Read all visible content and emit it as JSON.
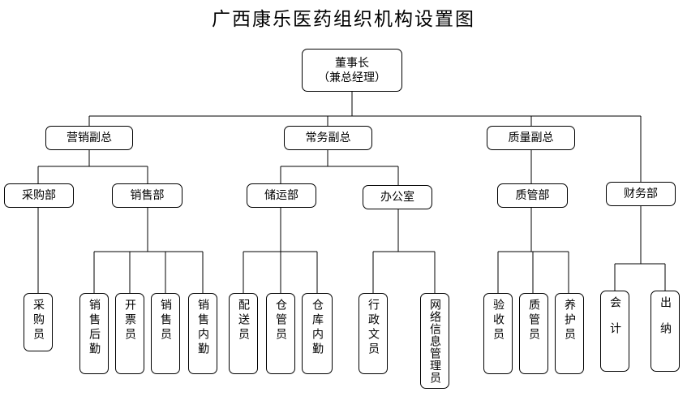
{
  "title": "广西康乐医药组织机构设置图",
  "top": {
    "line1": "董事长",
    "line2": "（兼总经理）"
  },
  "level2": {
    "sales_vp": "营销副总",
    "ops_vp": "常务副总",
    "quality_vp": "质量副总"
  },
  "level3": {
    "purchasing": "采购部",
    "sales": "销售部",
    "logistics": "储运部",
    "office": "办公室",
    "qa_dept": "质管部",
    "finance": "财务部"
  },
  "leaves": {
    "buyer": "采购员",
    "sales_support": "销售后勤",
    "invoicing": "开票员",
    "salesperson": "销售员",
    "sales_internal": "销售内勤",
    "delivery": "配送员",
    "warehouse_keeper": "仓管员",
    "warehouse_internal": "仓库内勤",
    "admin_clerk": "行政文员",
    "network_admin": "网络信息管理员",
    "inspector": "验收员",
    "qa_staff": "质管员",
    "maintenance": "养护员",
    "accountant": "会计",
    "cashier": "出纳"
  }
}
